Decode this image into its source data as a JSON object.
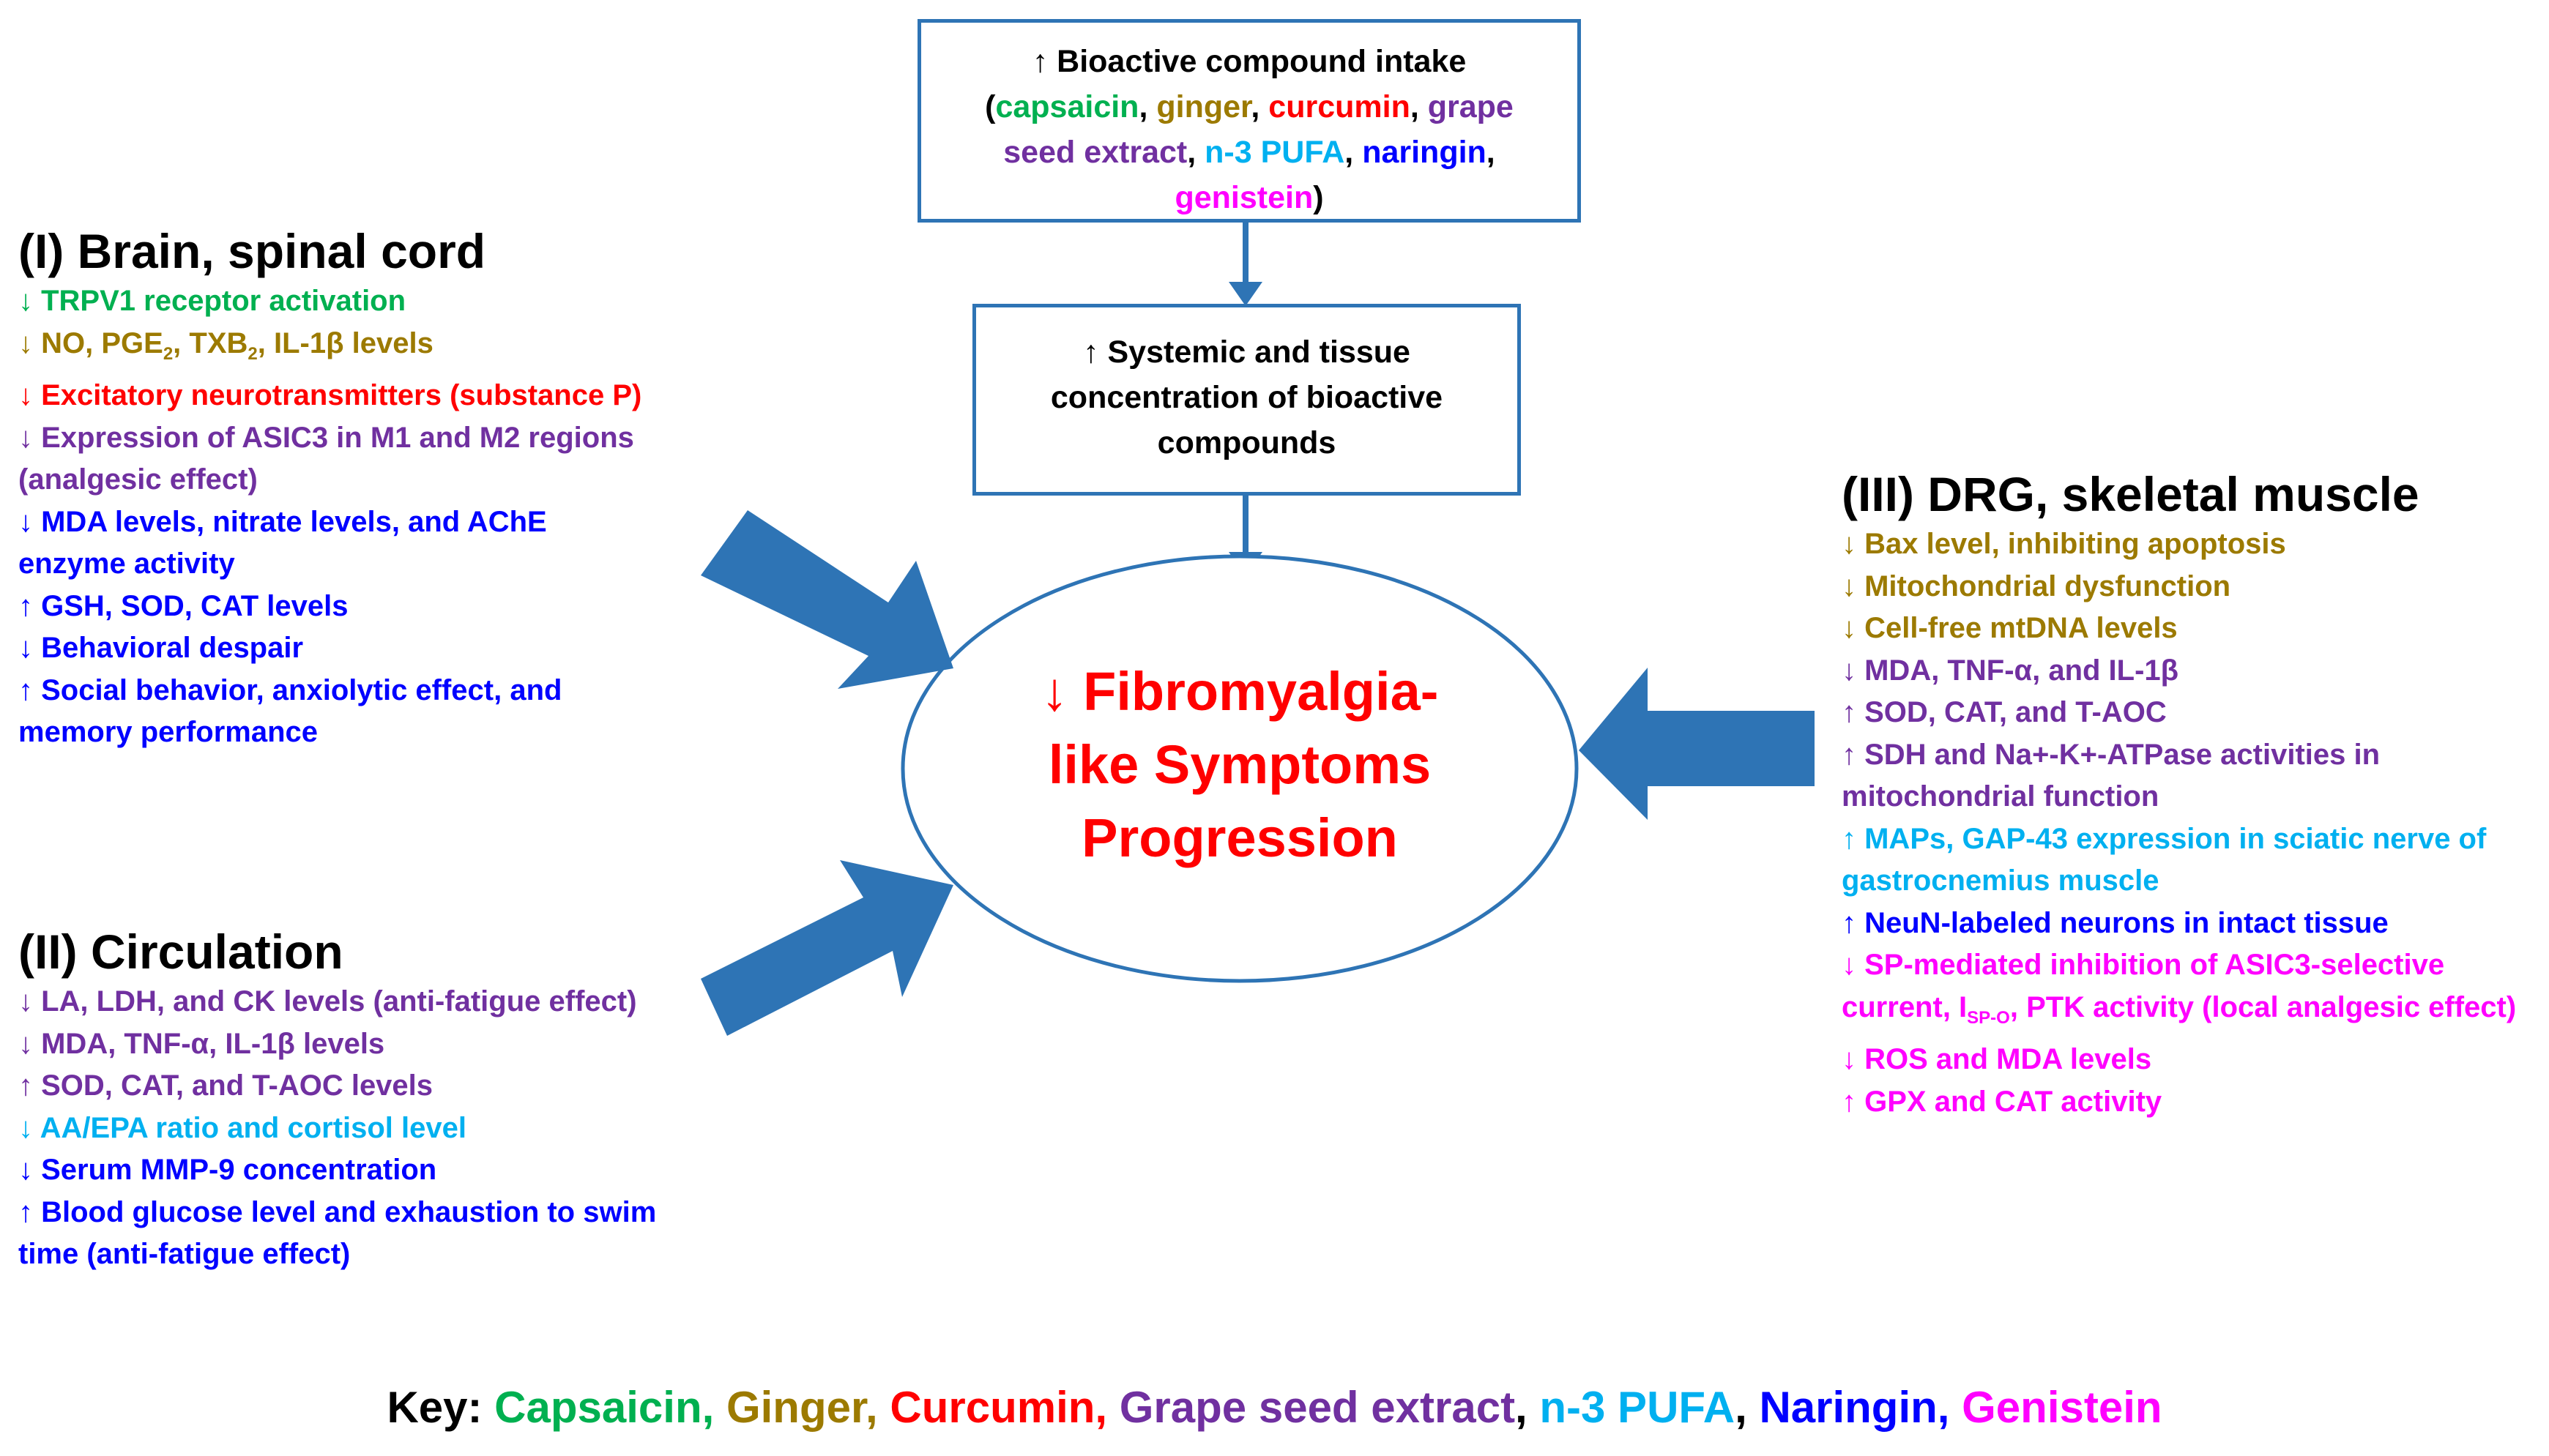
{
  "colors": {
    "arrow": "#2e74b5",
    "capsaicin": "#00b050",
    "ginger": "#9c7a00",
    "curcumin": "#ff0000",
    "grape": "#7030a0",
    "pufa": "#00b0f0",
    "naringin": "#0000ff",
    "genistein": "#ff00ff",
    "title": "#000000"
  },
  "intake_box": {
    "line1": "↑ Bioactive compound intake",
    "open": "(",
    "c1": "capsaicin",
    "s1": ", ",
    "c2": "ginger",
    "s2": ", ",
    "c3": "curcumin",
    "s3": ", ",
    "c4a": "grape",
    "c4b": "seed extract",
    "s4": ", ",
    "c5": "n-3 PUFA",
    "s5": ", ",
    "c6": "naringin",
    "s6": ",",
    "c7": "genistein",
    "close": ")"
  },
  "systemic_box": {
    "line1": "↑ Systemic and tissue",
    "line2": "concentration of bioactive",
    "line3": "compounds"
  },
  "outcome": {
    "line1": "↓ Fibromyalgia-",
    "line2": "like Symptoms",
    "line3": "Progression"
  },
  "brain": {
    "title": "(I) Brain, spinal cord",
    "l1": "↓ TRPV1 receptor activation",
    "l2a": "↓ NO, PGE",
    "l2b": "2",
    "l2c": ", TXB",
    "l2d": "2",
    "l2e": ", IL-1β levels",
    "l3": "↓ Excitatory neurotransmitters (substance P)",
    "l4a": "↓ Expression of ASIC3 in M1 and M2 regions",
    "l4b": "(analgesic effect)",
    "l5a": "↓ MDA levels, nitrate levels, and AChE",
    "l5b": "enzyme activity",
    "l6": "↑ GSH, SOD, CAT levels",
    "l7": "↓ Behavioral despair",
    "l8a": "↑ Social behavior, anxiolytic effect, and",
    "l8b": "memory performance"
  },
  "circulation": {
    "title": "(II) Circulation",
    "l1": "↓ LA, LDH, and CK levels (anti-fatigue effect)",
    "l2": "↓ MDA, TNF-α, IL-1β levels",
    "l3": "↑ SOD, CAT, and T-AOC levels",
    "l4": "↓ AA/EPA ratio and cortisol level",
    "l5": "↓ Serum MMP-9 concentration",
    "l6a": "↑ Blood glucose level and exhaustion to swim",
    "l6b": "time (anti-fatigue effect)"
  },
  "drg": {
    "title": "(III) DRG, skeletal muscle",
    "l1": "↓ Bax level, inhibiting apoptosis",
    "l2": "↓ Mitochondrial dysfunction",
    "l3": "↓ Cell-free mtDNA levels",
    "l4": "↓ MDA, TNF-α, and IL-1β",
    "l5": "↑ SOD, CAT, and T-AOC",
    "l6a": "↑ SDH and Na+-K+-ATPase activities in",
    "l6b": "mitochondrial function",
    "l7a": "↑ MAPs, GAP-43 expression in sciatic nerve of",
    "l7b": "gastrocnemius muscle",
    "l8": "↑ NeuN-labeled neurons in intact tissue",
    "l9a": "↓ SP-mediated inhibition of ASIC3-selective",
    "l9b": "current, I",
    "l9c": "SP-O",
    "l9d": ", PTK activity (local analgesic effect)",
    "l10": "↓ ROS and MDA levels",
    "l11": "↑ GPX and CAT activity"
  },
  "key": {
    "label": "Key: ",
    "k1": "Capsaicin",
    "s1": ", ",
    "k2": "Ginger",
    "s2": ", ",
    "k3": "Curcumin",
    "s3": ", ",
    "k4": "Grape seed extract",
    "s4": ", ",
    "k5": "n-3 PUFA",
    "s5": ", ",
    "k6": "Naringin",
    "s6": ", ",
    "k7": "Genistein"
  }
}
